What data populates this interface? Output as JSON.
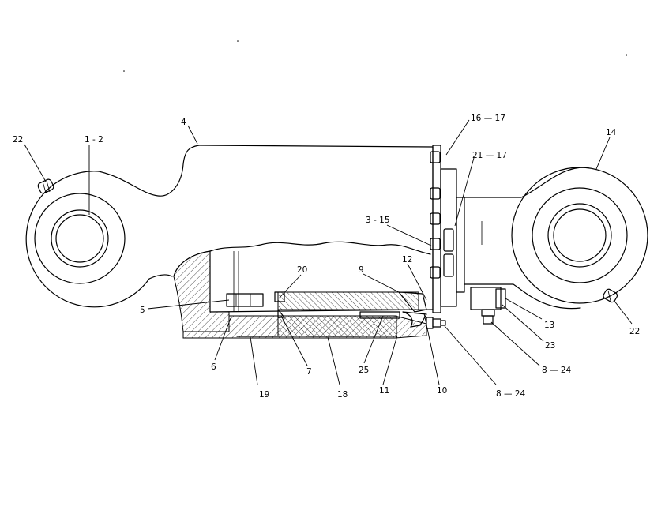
{
  "diagram": {
    "callouts": {
      "c22a": "22",
      "c12": "1 - 2",
      "c4": "4",
      "c1617": "16 — 17",
      "c2117": "21 — 17",
      "c14": "14",
      "c315": "3 - 15",
      "c12b": "12",
      "c20": "20",
      "c9": "9",
      "c5": "5",
      "c6": "6",
      "c7": "7",
      "c19": "19",
      "c18": "18",
      "c25": "25",
      "c11": "11",
      "c10": "10",
      "c824a": "8 — 24",
      "c824b": "8 — 24",
      "c13": "13",
      "c23": "23",
      "c22b": "22"
    }
  }
}
